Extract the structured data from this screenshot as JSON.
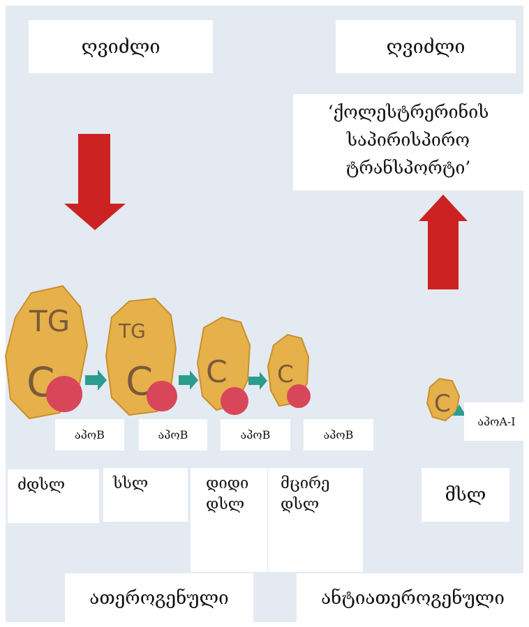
{
  "labels": {
    "brain_left": "ღვიძლი",
    "brain_right": "ღვიძლი",
    "reverse_transport": [
      "‘ქოლესტრერინის",
      "საპირისპირო",
      "ტრანსპორტი’"
    ],
    "apob": [
      "აპოB",
      "აპოB",
      "აპოB",
      "აპოB"
    ],
    "apoa1": "აპოA-I",
    "lipoproteins": {
      "vldl": "ძდსლ",
      "idl": "სსლ",
      "large_ldl": [
        "დიდი",
        "დსლ"
      ],
      "small_ldl": [
        "მცირე",
        "დსლ"
      ],
      "hdl": "მსლ"
    },
    "atherogenic": "ათეროგენული",
    "antiatherogenic": "ანტიათეროგენული"
  },
  "particle_glyphs": {
    "p1": [
      "TG",
      "C"
    ],
    "p2": [
      "TG",
      "C"
    ],
    "p3": [
      "C"
    ],
    "p4": [
      "C"
    ],
    "p5": [
      "C"
    ]
  },
  "colors": {
    "background": "#e4eaf2",
    "particle": "#e6b04a",
    "particle_edge": "#c98f2a",
    "particle_text": "#7b5a3a",
    "apo_dot": "#d8465a",
    "arrow_red": "#cc2222",
    "arrow_teal": "#2a9d8f"
  }
}
